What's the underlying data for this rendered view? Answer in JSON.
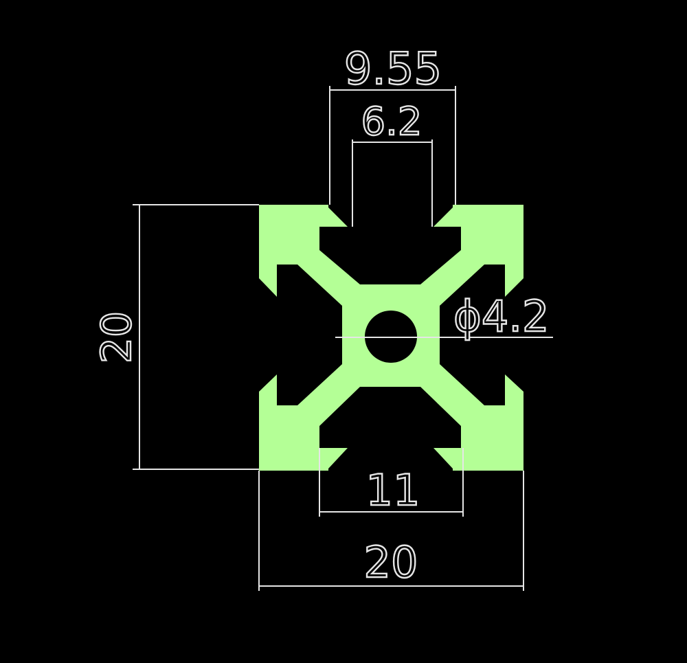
{
  "drawing": {
    "background_color": "#000000",
    "profile_color": "#b4ff96",
    "dimension_line_color": "#e6e6e6",
    "dimensions": {
      "top_outer_width": "9.55",
      "top_inner_width": "6.2",
      "center_hole_diameter": "ϕ4.2",
      "overall_height": "20",
      "bottom_slot_width": "11",
      "overall_width": "20"
    }
  }
}
